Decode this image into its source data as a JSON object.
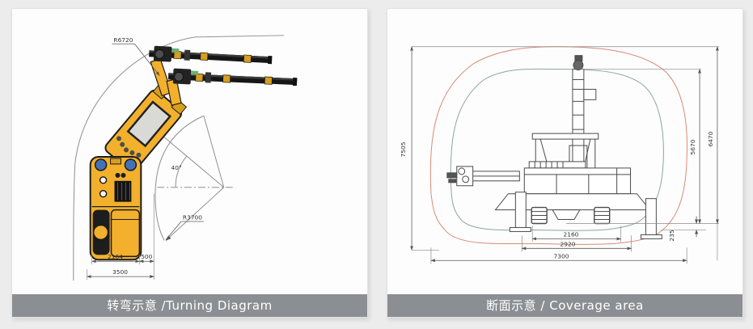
{
  "page": {
    "background": "#ececec"
  },
  "caption_bar": {
    "background": "#8b8e92",
    "text_color": "#ffffff"
  },
  "panels": {
    "turning": {
      "caption": "转弯示意 /Turning Diagram",
      "labels": {
        "outer_radius": "R6720",
        "inner_radius": "R3700",
        "steering_angle": "40°",
        "chassis_width": "2164",
        "side_offset": "500",
        "overall_width": "3500"
      },
      "colors": {
        "machine_yellow": "#f2b02c",
        "machine_dark": "#1c1c1c",
        "wheel_blue": "#4472b8",
        "line_gray": "#8f8f8f"
      }
    },
    "coverage": {
      "caption": "断面示意 / Coverage area",
      "labels": {
        "outer_profile_height": "7505",
        "inner_profile_height": "5670",
        "mid_profile_height": "6470",
        "ground_offset": "235",
        "track_width": "2160",
        "outrigger_width": "2920",
        "tunnel_width": "7300"
      },
      "colors": {
        "outer_profile_red": "#d98a76",
        "inner_profile_green": "#8aa89a",
        "drawing_line": "#4a4a4a"
      }
    }
  }
}
